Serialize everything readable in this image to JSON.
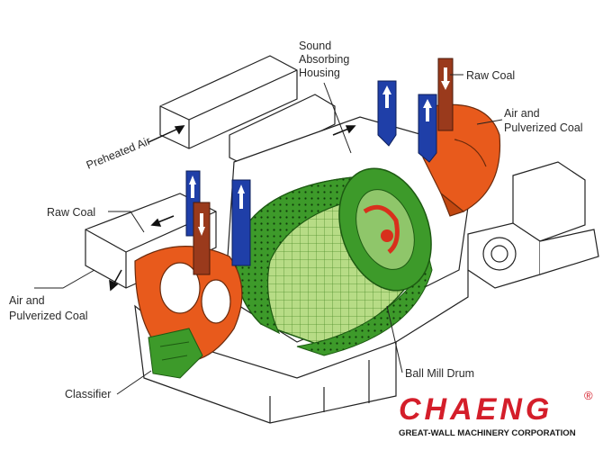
{
  "labels": {
    "sound_absorbing_housing": [
      "Sound",
      "Absorbing",
      "Housing"
    ],
    "raw_coal_right": "Raw Coal",
    "air_pulverized_right": [
      "Air and",
      "Pulverized Coal"
    ],
    "preheated_air": "Preheated Air",
    "raw_coal_left": "Raw Coal",
    "air_pulverized_left": [
      "Air and",
      "Pulverized Coal"
    ],
    "ball_mill_drum": "Ball Mill Drum",
    "classifier": "Classifier"
  },
  "brand": {
    "name": "CHAENG",
    "registered": "®",
    "subtitle": "GREAT-WALL MACHINERY CORPORATION"
  },
  "colors": {
    "drum_green": "#3d9a2a",
    "drum_light": "#a8d27a",
    "orange": "#e85a1c",
    "blue": "#1f3fa8",
    "brown": "#9a3a1c",
    "brand_red": "#d41e2a"
  },
  "icons": [
    "air-up-arrow-icon",
    "coal-down-arrow-icon"
  ]
}
